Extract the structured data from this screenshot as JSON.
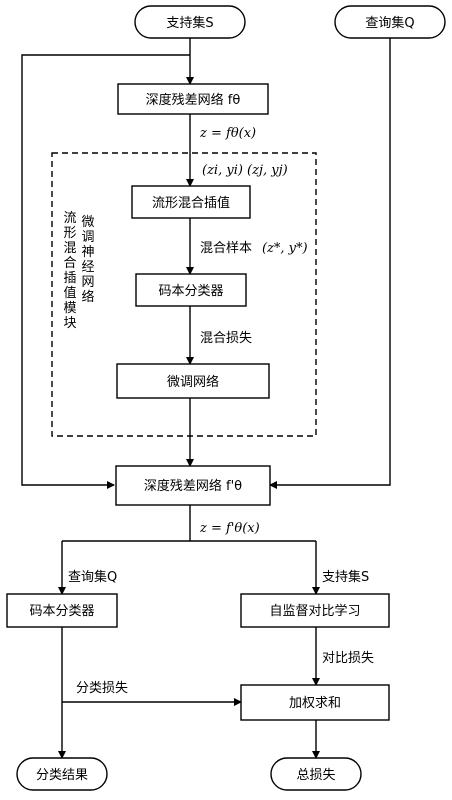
{
  "nodes": {
    "support_set_top": "支持集S",
    "query_set_top": "查询集Q",
    "resnet_1": "深度残差网络 fθ",
    "manifold_mix": "流形混合插值",
    "codebook_clf_1": "码本分类器",
    "finetune_net": "微调网络",
    "resnet_2": "深度残差网络 f'θ",
    "codebook_clf_2": "码本分类器",
    "self_sup": "自监督对比学习",
    "weighted_sum": "加权求和",
    "cls_result": "分类结果",
    "total_loss": "总损失"
  },
  "labels": {
    "z_eq_1": "z = fθ(x)",
    "pairs": "(zi, yi)   (zj, yj)",
    "mix_sample": "混合样本",
    "mix_sample_math": "(z*, y*)",
    "mix_loss": "混合损失",
    "z_eq_2": "z = f'θ(x)",
    "query_set_branch": "查询集Q",
    "support_set_branch": "支持集S",
    "contrast_loss": "对比损失",
    "cls_loss": "分类损失"
  },
  "module_labels": {
    "manifold_module": "流形混合插值模块",
    "finetune_module": "微调神经网络"
  }
}
